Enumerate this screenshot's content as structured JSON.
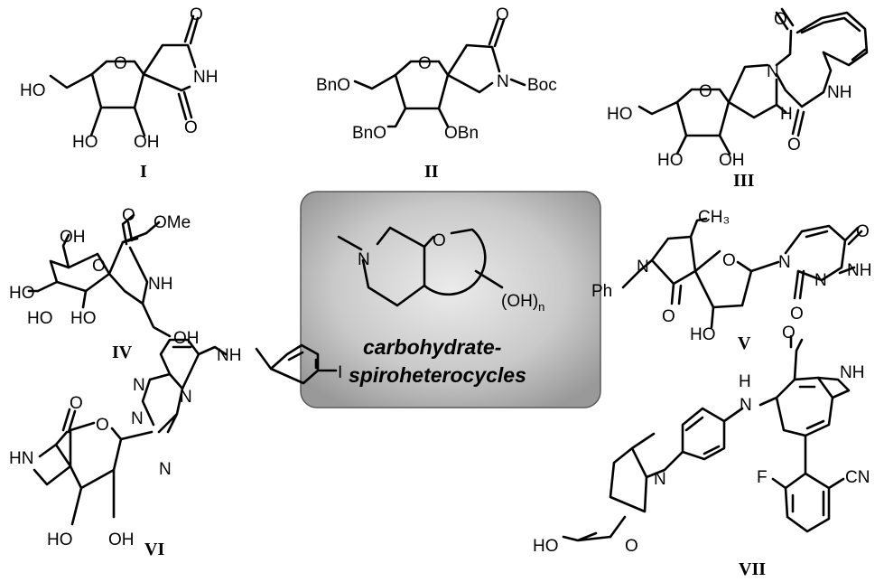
{
  "compounds": {
    "c1": {
      "id": "I",
      "labels": {
        "o_ring": "O",
        "o_carbonyl_top": "O",
        "nh": "NH",
        "o_carbonyl_bottom": "O",
        "ho_left": "HO",
        "ho_a": "HO",
        "oh_b": "OH"
      }
    },
    "c2": {
      "id": "II",
      "labels": {
        "o_ring": "O",
        "o_carbonyl": "O",
        "n": "N",
        "boc": "Boc",
        "bno_top": "BnO",
        "bno_low": "BnO",
        "obn": "OBn"
      }
    },
    "c3": {
      "id": "III",
      "labels": {
        "o_top": "O",
        "n": "N",
        "nh": "NH",
        "o_ring": "O",
        "h": "H",
        "o_bottom": "O",
        "ho_left": "HO",
        "ho_a": "HO",
        "oh_b": "OH"
      }
    },
    "c4": {
      "id": "IV",
      "labels": {
        "oh_top": "OH",
        "o_carbonyl": "O",
        "ome": "OMe",
        "o_ring": "O",
        "nh": "NH",
        "ho_a": "HO",
        "ho_b": "HO",
        "ho_c": "HO",
        "oh_bottom": "OH"
      }
    },
    "c5": {
      "id": "V",
      "labels": {
        "ch3": "CH₃",
        "o_ring": "O",
        "n_ring": "N",
        "o_top": "O",
        "ph": "Ph",
        "n": "N",
        "n_base": "N",
        "nh": "NH",
        "o_carbonyl": "O",
        "o_base": "O",
        "ho": "HO"
      }
    },
    "c6": {
      "id": "VI",
      "labels": {
        "n1": "N",
        "n2": "N",
        "nh_link": "NH",
        "i": "I",
        "o_carbonyl": "O",
        "hn": "HN",
        "n3": "N",
        "o_ring": "O",
        "n4": "N",
        "ho": "HO",
        "oh": "OH"
      }
    },
    "c7": {
      "id": "VII",
      "labels": {
        "o_top": "O",
        "nh_lactam": "NH",
        "h": "H",
        "n_link": "N",
        "n_ring": "N",
        "f": "F",
        "cn": "CN",
        "ho": "HO",
        "o_ring": "O"
      }
    }
  },
  "center_box": {
    "labels": {
      "n": "N",
      "o": "O",
      "oh": "(OH)",
      "sub_n": "n"
    },
    "caption": [
      "carbohydrate-",
      "spiroheterocycles"
    ],
    "colors": {
      "box_light": "#e8e8e8",
      "box_dark": "#9a9a9a",
      "box_border": "#5a5a5a"
    }
  }
}
